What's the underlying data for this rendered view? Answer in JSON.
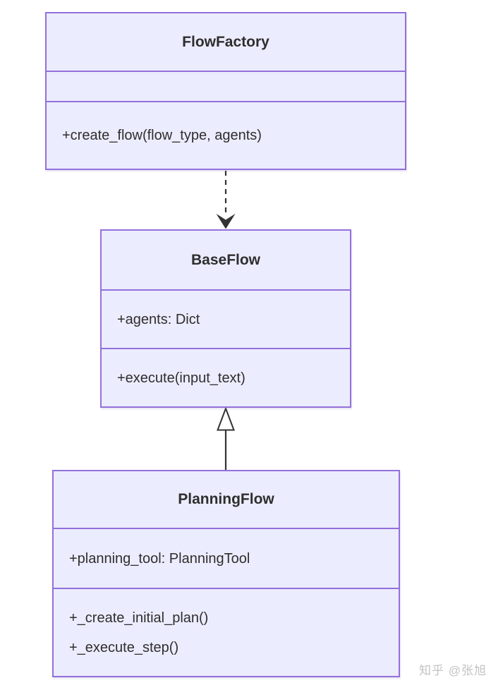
{
  "diagram": {
    "type": "uml-class-diagram",
    "colors": {
      "background": "#ffffff",
      "node_fill": "#ECECFF",
      "node_border": "#9370DB",
      "edge": "#333333",
      "text": "#2e2e2e"
    },
    "classes": [
      {
        "name": "FlowFactory",
        "attributes": [],
        "methods": [
          "+create_flow(flow_type, agents)"
        ]
      },
      {
        "name": "BaseFlow",
        "attributes": [
          "+agents: Dict"
        ],
        "methods": [
          "+execute(input_text)"
        ]
      },
      {
        "name": "PlanningFlow",
        "attributes": [
          "+planning_tool: PlanningTool"
        ],
        "methods": [
          "+_create_initial_plan()",
          "+_execute_step()"
        ]
      }
    ],
    "edges": [
      {
        "from": "FlowFactory",
        "to": "BaseFlow",
        "line": "dashed",
        "arrowhead": "open-dart"
      },
      {
        "from": "PlanningFlow",
        "to": "BaseFlow",
        "line": "solid",
        "arrowhead": "hollow-triangle"
      }
    ]
  },
  "watermark": {
    "text": "知乎 @张旭",
    "color": "#c3c3c3"
  }
}
